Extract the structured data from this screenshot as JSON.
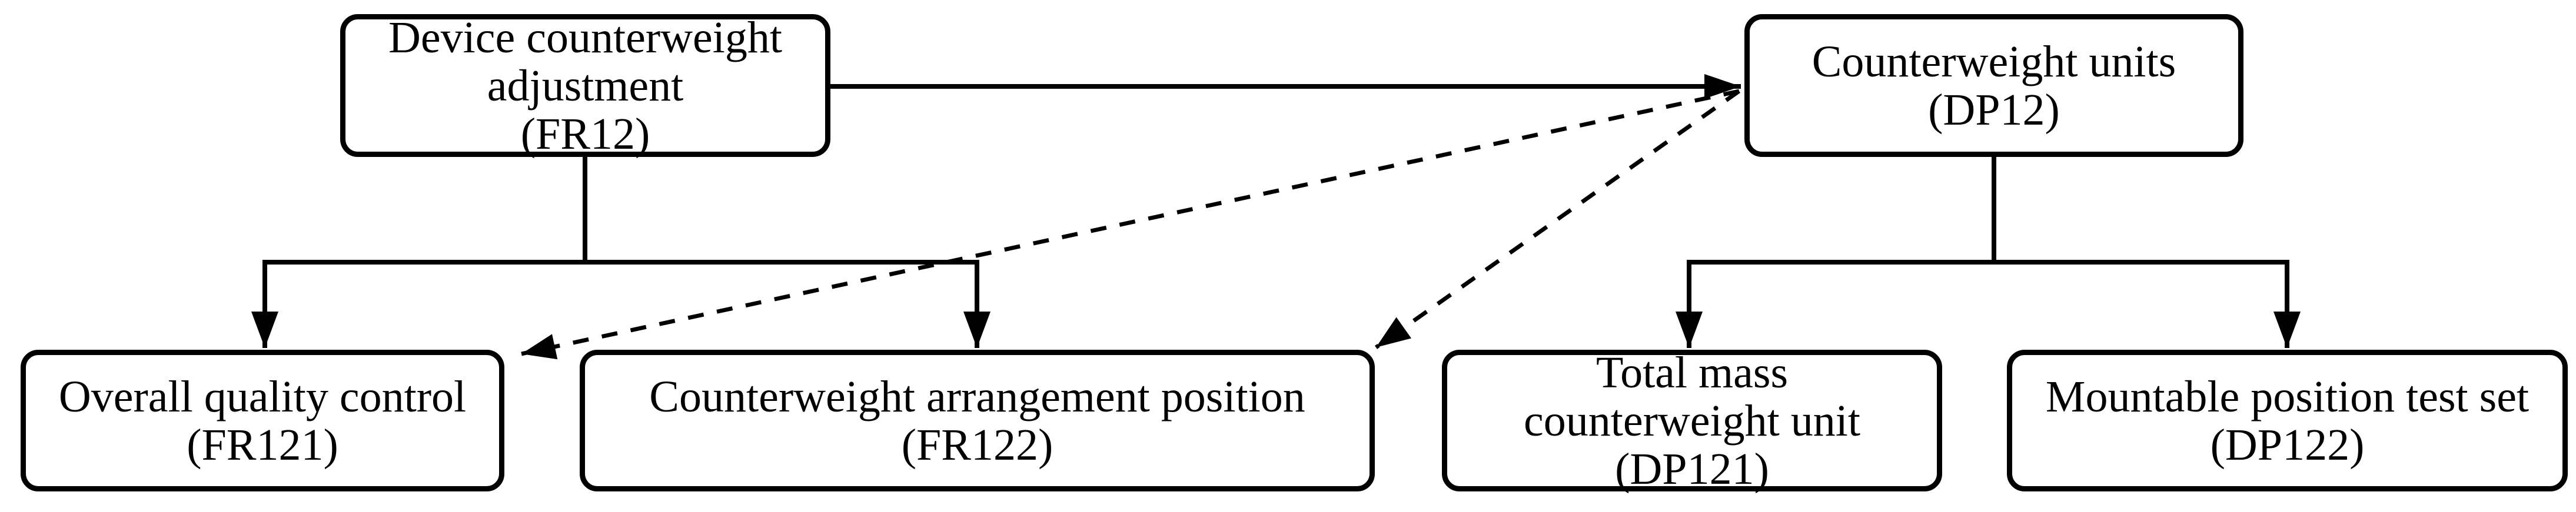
{
  "page": {
    "background": "#ffffff"
  },
  "diagram": {
    "type": "flowchart",
    "colors": {
      "line": "#000000",
      "box_border": "#000000",
      "box_fill": "#ffffff",
      "text": "#000000"
    },
    "nodes": {
      "fr12": {
        "id": "FR12",
        "label": "Device counterweight\nadjustment\n(FR12)"
      },
      "dp12": {
        "id": "DP12",
        "label": "Counterweight units\n(DP12)"
      },
      "fr121": {
        "id": "FR121",
        "label": "Overall quality control\n(FR121)"
      },
      "fr122": {
        "id": "FR122",
        "label": "Counterweight arrangement position\n(FR122)"
      },
      "dp121": {
        "id": "DP121",
        "label": "Total mass\ncounterweight unit\n(DP121)"
      },
      "dp122": {
        "id": "DP122",
        "label": "Mountable position test set\n(DP122)"
      }
    },
    "edges": [
      {
        "from": "FR12",
        "to": "DP12",
        "line": "solid",
        "arrow": "filled-right"
      },
      {
        "from": "FR12",
        "to": "FR121",
        "line": "solid",
        "arrow": "filled-down"
      },
      {
        "from": "FR12",
        "to": "FR122",
        "line": "solid",
        "arrow": "filled-down"
      },
      {
        "from": "DP12",
        "to": "DP121",
        "line": "solid",
        "arrow": "filled-down"
      },
      {
        "from": "DP12",
        "to": "DP122",
        "line": "solid",
        "arrow": "filled-down"
      },
      {
        "from": "DP12",
        "to": "FR121",
        "line": "dashed",
        "arrow": "filled-diagonal"
      },
      {
        "from": "DP12",
        "to": "FR122",
        "line": "dashed",
        "arrow": "filled-diagonal"
      }
    ]
  }
}
